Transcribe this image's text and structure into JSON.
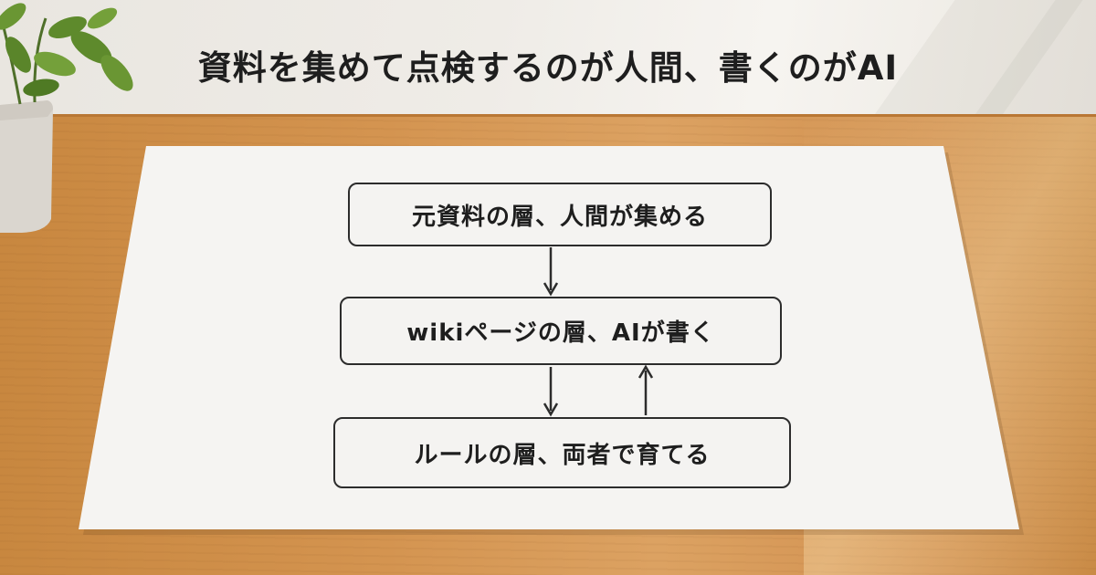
{
  "title": "資料を集めて点検するのが人間、書くのがAI",
  "nodes": [
    {
      "label": "元資料の層、人間が集める"
    },
    {
      "label": "wikiページの層、AIが書く"
    },
    {
      "label": "ルールの層、両者で育てる"
    }
  ],
  "edges": [
    {
      "from": "元資料の層、人間が集める",
      "to": "wikiページの層、AIが書く"
    },
    {
      "from": "wikiページの層、AIが書く",
      "to": "ルールの層、両者で育てる"
    },
    {
      "from": "ルールの層、両者で育てる",
      "to": "wikiページの層、AIが書く"
    }
  ],
  "colors": {
    "ink": "#2c2c2c",
    "paper": "#f4f3f1",
    "desk": "#d49450"
  }
}
